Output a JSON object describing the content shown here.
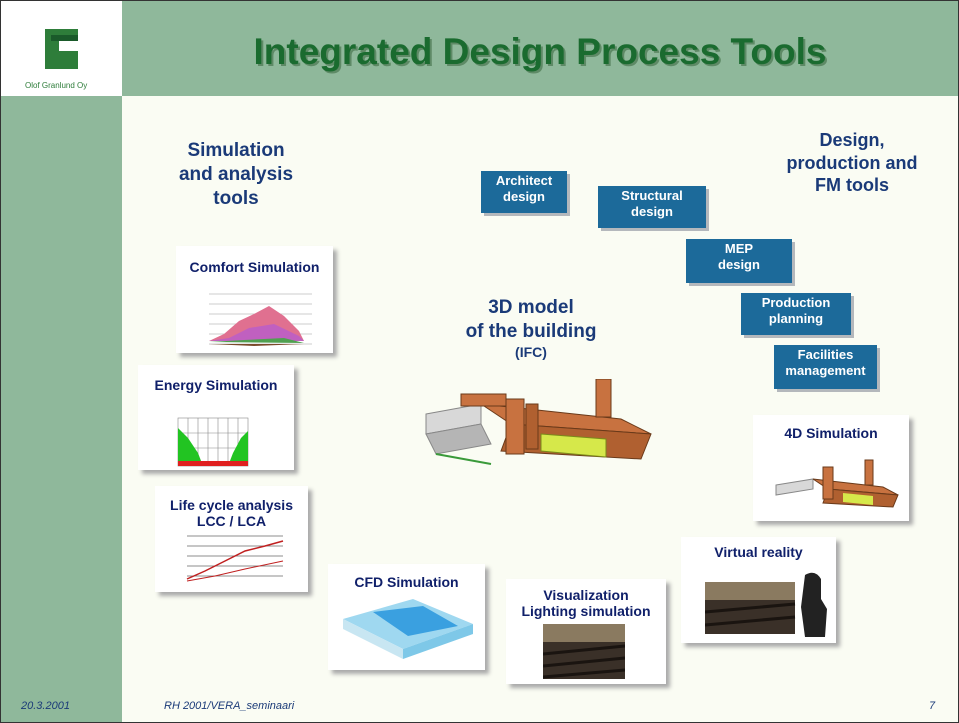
{
  "title": "Integrated Design Process Tools",
  "logo": {
    "letter": "G",
    "small_text": "Olof Granlund Oy"
  },
  "headings": {
    "left": [
      "Simulation",
      "and analysis",
      "tools"
    ],
    "right": [
      "Design,",
      "production and",
      "FM tools"
    ],
    "center": [
      "3D model",
      "of the building"
    ],
    "center_sub": "(IFC)"
  },
  "design_tools": [
    [
      "Architect",
      "design"
    ],
    [
      "Structural",
      "design"
    ],
    [
      "MEP",
      "design"
    ],
    [
      "Production",
      "planning"
    ],
    [
      "Facilities",
      "management"
    ]
  ],
  "cards": {
    "comfort": "Comfort Simulation",
    "energy": "Energy Simulation",
    "lifecycle": [
      "Life cycle analysis",
      "LCC / LCA"
    ],
    "cfd": "CFD Simulation",
    "visualization": [
      "Visualization",
      "Lighting simulation"
    ],
    "vr": "Virtual reality",
    "sim4d": "4D Simulation"
  },
  "footer": {
    "date": "20.3.2001",
    "reference": "RH 2001/VERA_seminaari",
    "page": "7"
  },
  "colors": {
    "sidebar": "#8fb89b",
    "title": "#1a6b2f",
    "heading": "#1a3a78",
    "tool_box": "#1c6a9a"
  }
}
